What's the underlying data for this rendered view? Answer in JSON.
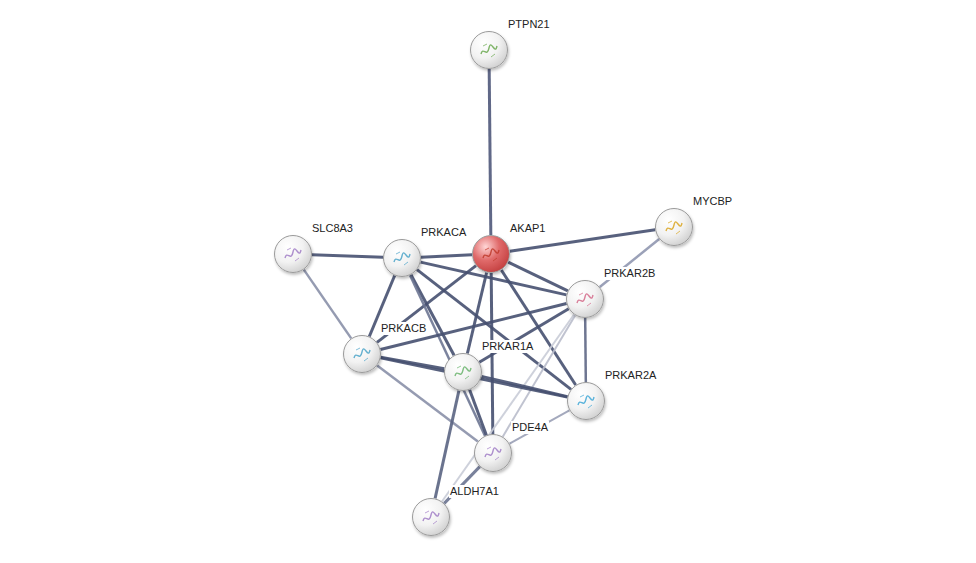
{
  "diagram": {
    "nodes": [
      {
        "text": [
          "PTPN21"
        ]
      },
      {
        "text": [
          "MYCBP"
        ]
      },
      {
        "text": [
          "SLC8A3"
        ]
      },
      {
        "text": [
          "PRKACA"
        ]
      },
      {
        "text": [
          "AKAP1"
        ]
      },
      {
        "text": [
          "PRKAR2B"
        ]
      },
      {
        "text": [
          "PRKACB"
        ]
      },
      {
        "text": [
          "PRKAR1A"
        ]
      },
      {
        "text": [
          "PRKAR2A"
        ]
      },
      {
        "text": [
          "PDE4A"
        ]
      },
      {
        "text": [
          "ALDH7A1"
        ]
      }
    ],
    "edges": [
      {
        "from": 4,
        "to": 0,
        "arrow": "none"
      },
      {
        "from": 4,
        "to": 1,
        "arrow": "none"
      },
      {
        "from": 4,
        "to": 3,
        "arrow": "none"
      },
      {
        "from": 4,
        "to": 5,
        "arrow": "none"
      },
      {
        "from": 4,
        "to": 6,
        "arrow": "none"
      },
      {
        "from": 4,
        "to": 7,
        "arrow": "none"
      },
      {
        "from": 4,
        "to": 8,
        "arrow": "none"
      },
      {
        "from": 4,
        "to": 9,
        "arrow": "none"
      },
      {
        "from": 2,
        "to": 3,
        "arrow": "none"
      },
      {
        "from": 2,
        "to": 6,
        "arrow": "none"
      },
      {
        "from": 3,
        "to": 6,
        "arrow": "none"
      },
      {
        "from": 3,
        "to": 7,
        "arrow": "none"
      },
      {
        "from": 3,
        "to": 5,
        "arrow": "none"
      },
      {
        "from": 3,
        "to": 8,
        "arrow": "none"
      },
      {
        "from": 3,
        "to": 9,
        "arrow": "none"
      },
      {
        "from": 1,
        "to": 5,
        "arrow": "none"
      },
      {
        "from": 5,
        "to": 6,
        "arrow": "none"
      },
      {
        "from": 5,
        "to": 7,
        "arrow": "none"
      },
      {
        "from": 5,
        "to": 8,
        "arrow": "none"
      },
      {
        "from": 5,
        "to": 9,
        "arrow": "none"
      },
      {
        "from": 5,
        "to": 10,
        "arrow": "none"
      },
      {
        "from": 6,
        "to": 7,
        "arrow": "none"
      },
      {
        "from": 6,
        "to": 8,
        "arrow": "none"
      },
      {
        "from": 6,
        "to": 9,
        "arrow": "none"
      },
      {
        "from": 7,
        "to": 8,
        "arrow": "none"
      },
      {
        "from": 7,
        "to": 9,
        "arrow": "none"
      },
      {
        "from": 7,
        "to": 10,
        "arrow": "none"
      },
      {
        "from": 8,
        "to": 9,
        "arrow": "none"
      },
      {
        "from": 9,
        "to": 10,
        "arrow": "none"
      }
    ]
  }
}
